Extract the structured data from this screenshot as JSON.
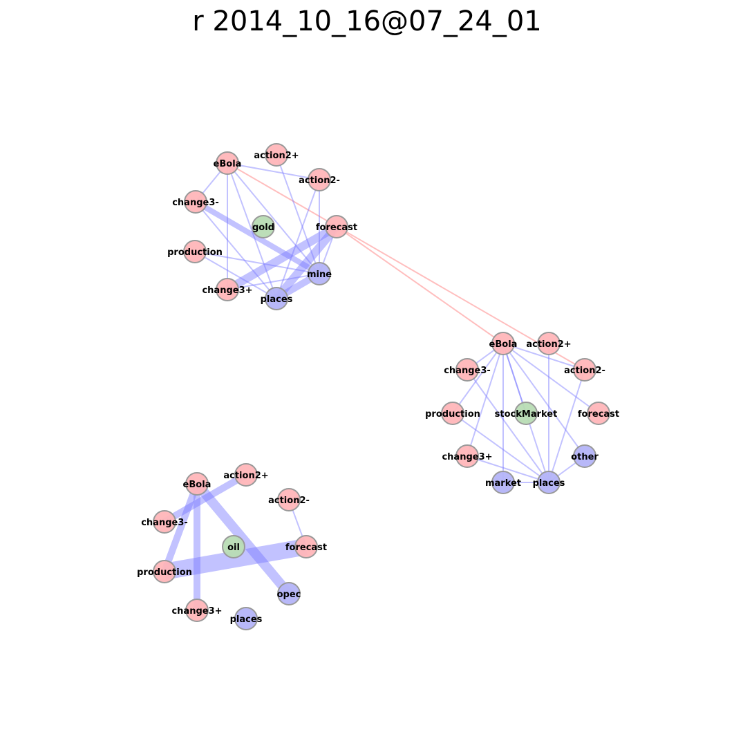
{
  "title": "r 2014_10_16@07_24_01",
  "colors": {
    "pink_node": "#ffb6b9",
    "blue_node": "#b4b4f8",
    "green_node": "#b8dcb4",
    "node_stroke": "#999999",
    "blue_edge": "#7777ff",
    "red_edge": "#ff8888"
  },
  "graphs": [
    {
      "id": "g1",
      "nodes": [
        {
          "id": "eBola",
          "label": "eBola",
          "color": "pink"
        },
        {
          "id": "action2+",
          "label": "action2+",
          "color": "pink"
        },
        {
          "id": "action2-",
          "label": "action2-",
          "color": "pink"
        },
        {
          "id": "change3-",
          "label": "change3-",
          "color": "pink"
        },
        {
          "id": "gold",
          "label": "gold",
          "color": "green"
        },
        {
          "id": "forecast",
          "label": "forecast",
          "color": "pink"
        },
        {
          "id": "production",
          "label": "production",
          "color": "pink"
        },
        {
          "id": "mine",
          "label": "mine",
          "color": "blue"
        },
        {
          "id": "change3+",
          "label": "change3+",
          "color": "pink"
        },
        {
          "id": "places",
          "label": "places",
          "color": "blue"
        }
      ],
      "edges": [
        [
          "eBola",
          "action2-",
          1
        ],
        [
          "eBola",
          "change3-",
          1
        ],
        [
          "eBola",
          "change3+",
          1
        ],
        [
          "eBola",
          "places",
          1
        ],
        [
          "eBola",
          "mine",
          1
        ],
        [
          "action2+",
          "mine",
          1
        ],
        [
          "action2-",
          "places",
          1
        ],
        [
          "action2-",
          "mine",
          1
        ],
        [
          "change3-",
          "places",
          1
        ],
        [
          "change3-",
          "mine",
          4
        ],
        [
          "production",
          "mine",
          1
        ],
        [
          "production",
          "places",
          1
        ],
        [
          "change3+",
          "forecast",
          6
        ],
        [
          "change3+",
          "mine",
          1
        ],
        [
          "places",
          "forecast",
          6
        ],
        [
          "places",
          "mine",
          5
        ],
        [
          "forecast",
          "mine",
          1
        ]
      ]
    },
    {
      "id": "g2",
      "nodes": [
        {
          "id": "eBola",
          "label": "eBola",
          "color": "pink"
        },
        {
          "id": "action2+",
          "label": "action2+",
          "color": "pink"
        },
        {
          "id": "action2-",
          "label": "action2-",
          "color": "pink"
        },
        {
          "id": "change3-",
          "label": "change3-",
          "color": "pink"
        },
        {
          "id": "production",
          "label": "production",
          "color": "pink"
        },
        {
          "id": "stockMarket",
          "label": "stockMarket",
          "color": "green"
        },
        {
          "id": "forecast",
          "label": "forecast",
          "color": "pink"
        },
        {
          "id": "change3+",
          "label": "change3+",
          "color": "pink"
        },
        {
          "id": "other",
          "label": "other",
          "color": "blue"
        },
        {
          "id": "market",
          "label": "market",
          "color": "blue"
        },
        {
          "id": "places",
          "label": "places",
          "color": "blue"
        }
      ],
      "edges": [
        [
          "eBola",
          "action2-",
          1
        ],
        [
          "eBola",
          "change3-",
          1
        ],
        [
          "eBola",
          "production",
          1
        ],
        [
          "eBola",
          "change3+",
          1
        ],
        [
          "eBola",
          "market",
          1
        ],
        [
          "eBola",
          "places",
          1
        ],
        [
          "eBola",
          "forecast",
          1
        ],
        [
          "eBola",
          "other",
          1
        ],
        [
          "eBola",
          "stockMarket",
          1
        ],
        [
          "action2+",
          "places",
          1
        ],
        [
          "action2-",
          "places",
          1
        ],
        [
          "change3-",
          "places",
          1
        ],
        [
          "production",
          "places",
          1
        ],
        [
          "change3+",
          "places",
          1
        ],
        [
          "market",
          "places",
          1
        ],
        [
          "other",
          "places",
          1
        ]
      ]
    },
    {
      "id": "g3",
      "nodes": [
        {
          "id": "eBola",
          "label": "eBola",
          "color": "pink"
        },
        {
          "id": "action2+",
          "label": "action2+",
          "color": "pink"
        },
        {
          "id": "action2-",
          "label": "action2-",
          "color": "pink"
        },
        {
          "id": "change3-",
          "label": "change3-",
          "color": "pink"
        },
        {
          "id": "oil",
          "label": "oil",
          "color": "green"
        },
        {
          "id": "forecast",
          "label": "forecast",
          "color": "pink"
        },
        {
          "id": "production",
          "label": "production",
          "color": "pink"
        },
        {
          "id": "opec",
          "label": "opec",
          "color": "blue"
        },
        {
          "id": "change3+",
          "label": "change3+",
          "color": "pink"
        },
        {
          "id": "places",
          "label": "places",
          "color": "blue"
        }
      ],
      "edges": [
        [
          "eBola",
          "production",
          5
        ],
        [
          "eBola",
          "change3+",
          5
        ],
        [
          "eBola",
          "opec",
          7
        ],
        [
          "change3-",
          "action2+",
          5
        ],
        [
          "action2-",
          "forecast",
          1
        ],
        [
          "production",
          "forecast",
          12
        ]
      ]
    }
  ],
  "cross_edges": [
    [
      "g1",
      "eBola",
      "g2",
      "action2-"
    ],
    [
      "g1",
      "forecast",
      "g2",
      "eBola"
    ]
  ]
}
